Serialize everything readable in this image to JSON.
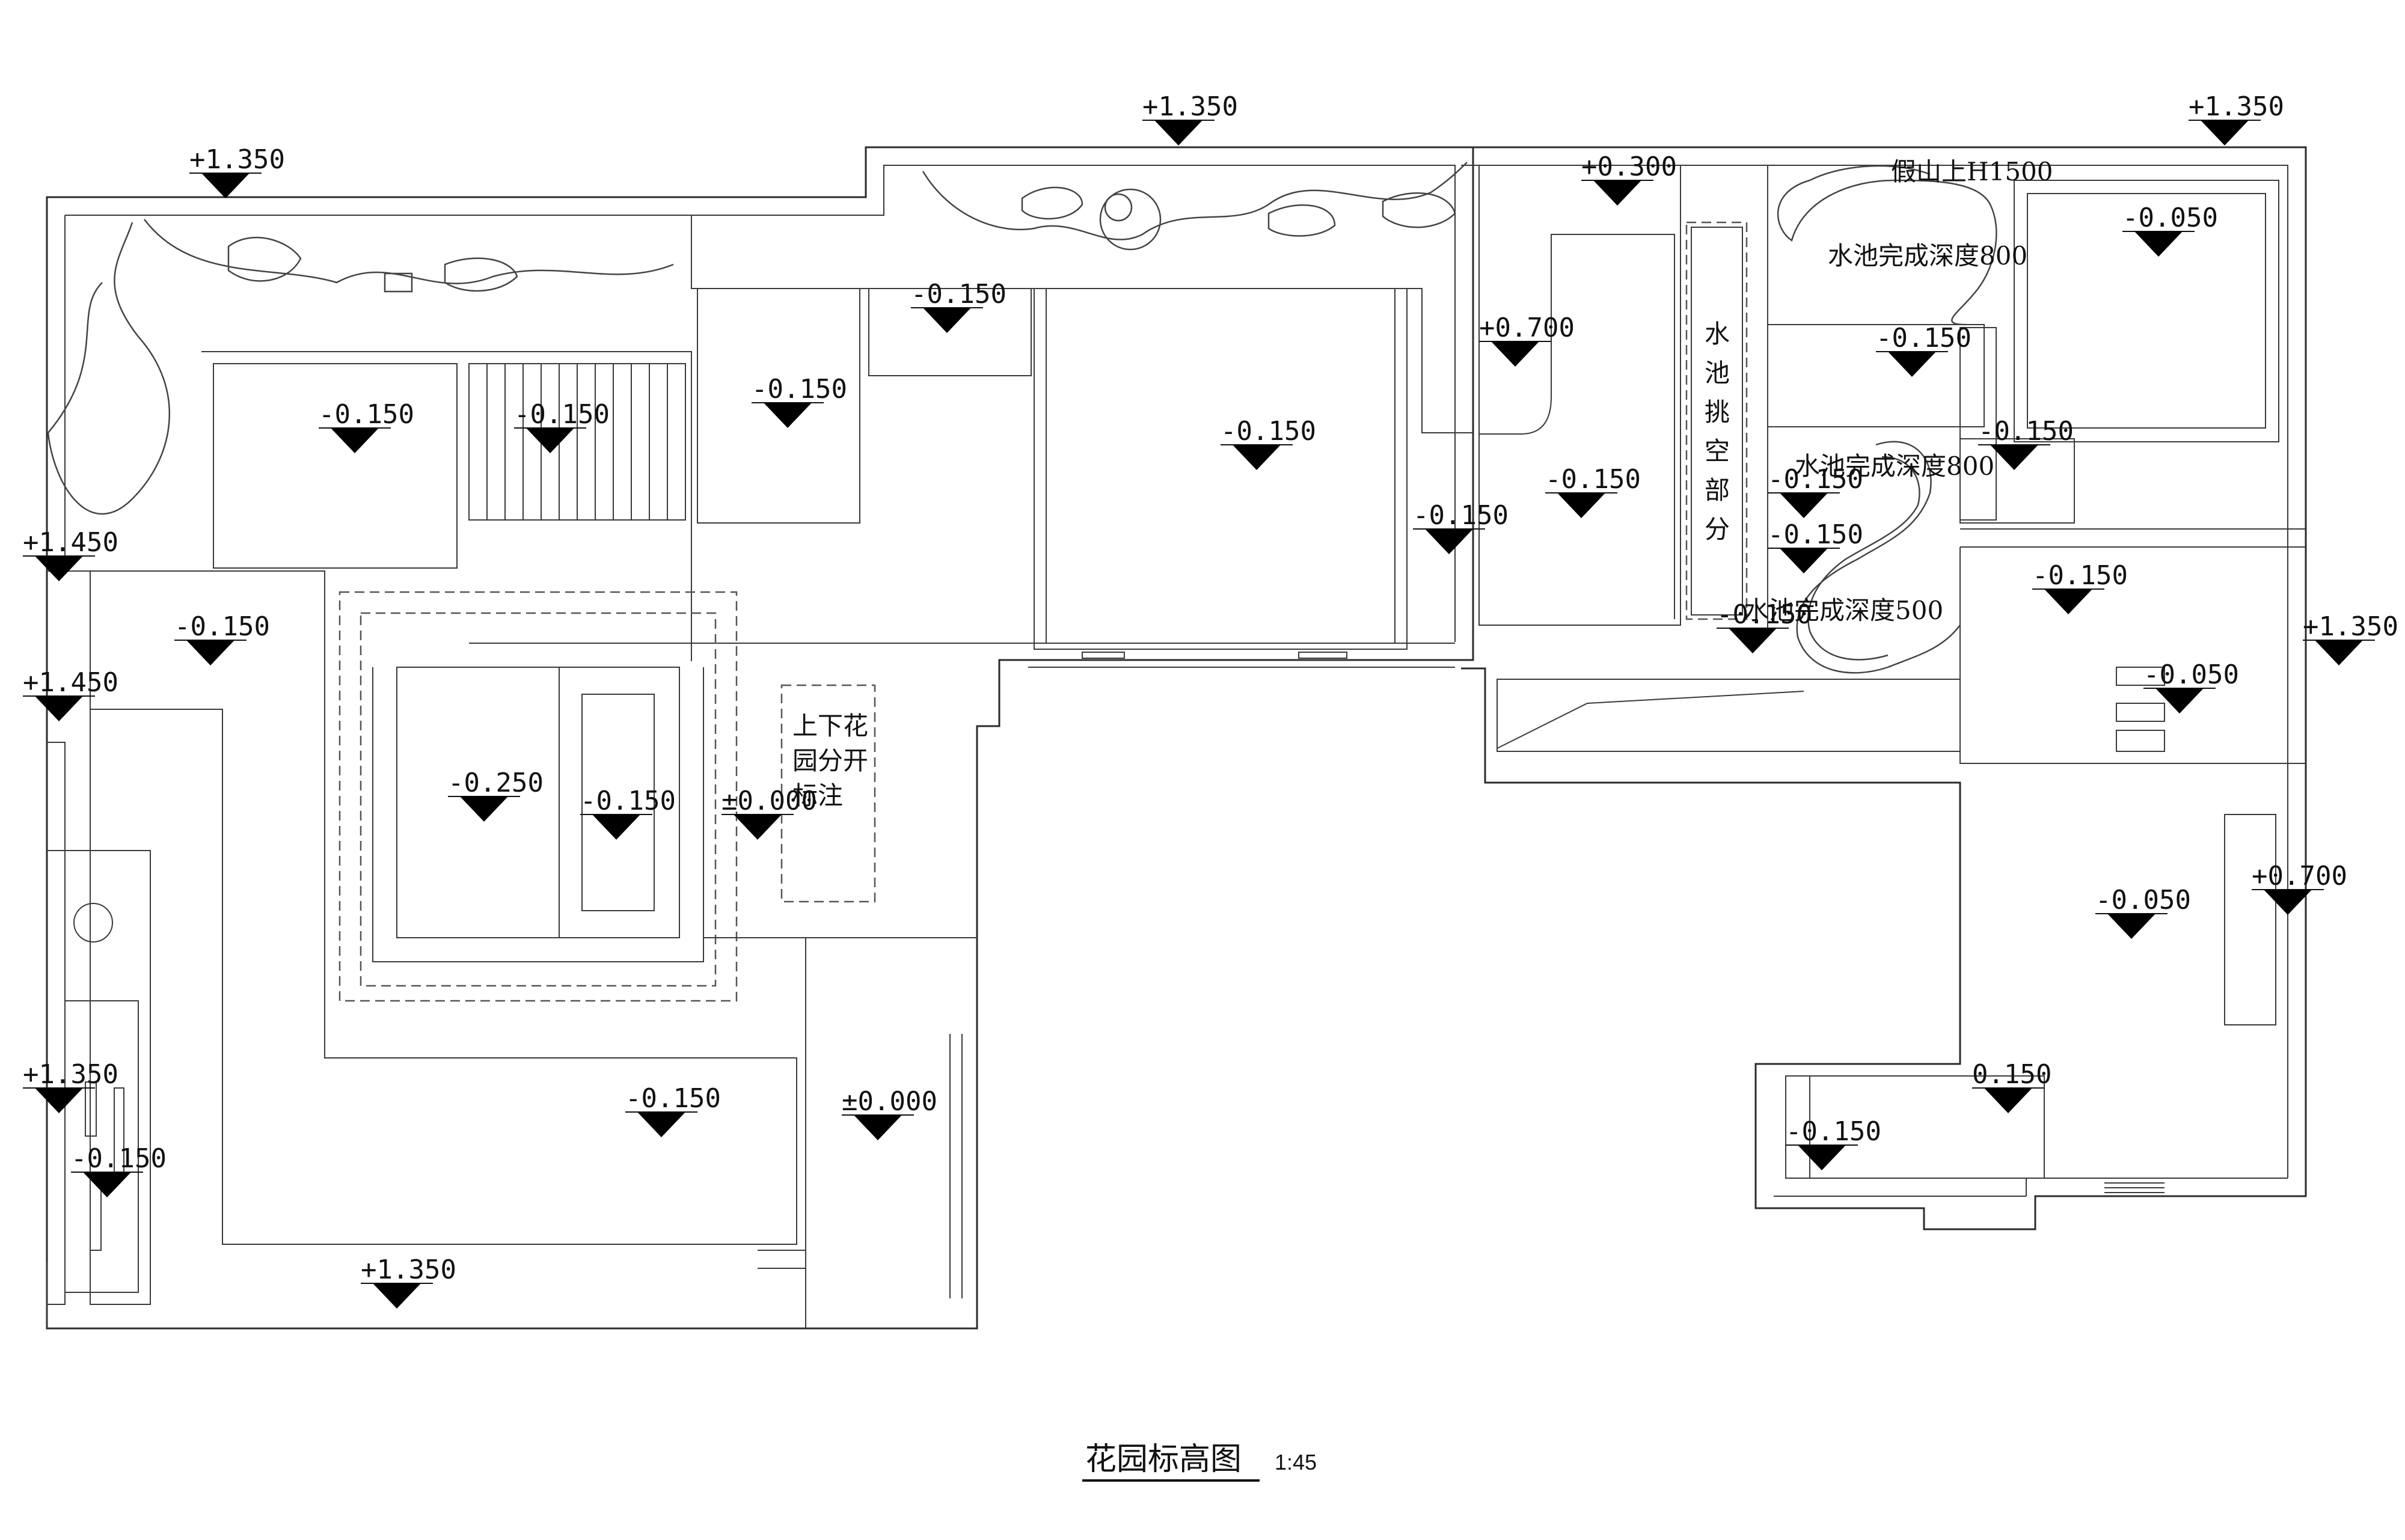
{
  "drawing": {
    "title": "花园标高图",
    "scale": "1:45"
  },
  "level_markers": [
    {
      "id": "lvl-01",
      "value": "+1.350"
    },
    {
      "id": "lvl-02",
      "value": "+1.350"
    },
    {
      "id": "lvl-03",
      "value": "+1.350"
    },
    {
      "id": "lvl-04",
      "value": "+0.300"
    },
    {
      "id": "lvl-05",
      "value": "-0.150"
    },
    {
      "id": "lvl-06",
      "value": "-0.150"
    },
    {
      "id": "lvl-07",
      "value": "-0.150"
    },
    {
      "id": "lvl-08",
      "value": "-0.150"
    },
    {
      "id": "lvl-09",
      "value": "-0.150"
    },
    {
      "id": "lvl-10",
      "value": "+0.700"
    },
    {
      "id": "lvl-11",
      "value": "-0.150"
    },
    {
      "id": "lvl-12",
      "value": "-0.150"
    },
    {
      "id": "lvl-13",
      "value": "-0.050"
    },
    {
      "id": "lvl-14",
      "value": "-0.150"
    },
    {
      "id": "lvl-15",
      "value": "-0.150"
    },
    {
      "id": "lvl-16",
      "value": "-0.150"
    },
    {
      "id": "lvl-17",
      "value": "-0.150"
    },
    {
      "id": "lvl-18",
      "value": "+1.450"
    },
    {
      "id": "lvl-19",
      "value": "-0.150"
    },
    {
      "id": "lvl-20",
      "value": "+1.450"
    },
    {
      "id": "lvl-21",
      "value": "-0.150"
    },
    {
      "id": "lvl-22",
      "value": "+1.350"
    },
    {
      "id": "lvl-23",
      "value": "-0.150"
    },
    {
      "id": "lvl-24",
      "value": "-0.250"
    },
    {
      "id": "lvl-25",
      "value": "-0.150"
    },
    {
      "id": "lvl-26",
      "value": "±0.000"
    },
    {
      "id": "lvl-27",
      "value": "-0.050"
    },
    {
      "id": "lvl-28",
      "value": "+0.700"
    },
    {
      "id": "lvl-29",
      "value": "-0.050"
    },
    {
      "id": "lvl-30",
      "value": "+1.350"
    },
    {
      "id": "lvl-31",
      "value": "-0.150"
    },
    {
      "id": "lvl-32",
      "value": "-0.150"
    },
    {
      "id": "lvl-33",
      "value": "±0.000"
    },
    {
      "id": "lvl-34",
      "value": "0.150"
    },
    {
      "id": "lvl-35",
      "value": "-0.150"
    },
    {
      "id": "lvl-36",
      "value": "+1.350"
    }
  ],
  "notes": {
    "rockery": "假山上H1500",
    "pool_depth_800_a": "水池完成深度800",
    "pool_depth_800_b": "水池完成深度800",
    "pool_depth_500": "水池完成深度500",
    "pool_overhang": [
      "水",
      "池",
      "挑",
      "空",
      "部",
      "分"
    ],
    "garden_split": [
      "上下花",
      "园分开",
      "标注"
    ]
  }
}
